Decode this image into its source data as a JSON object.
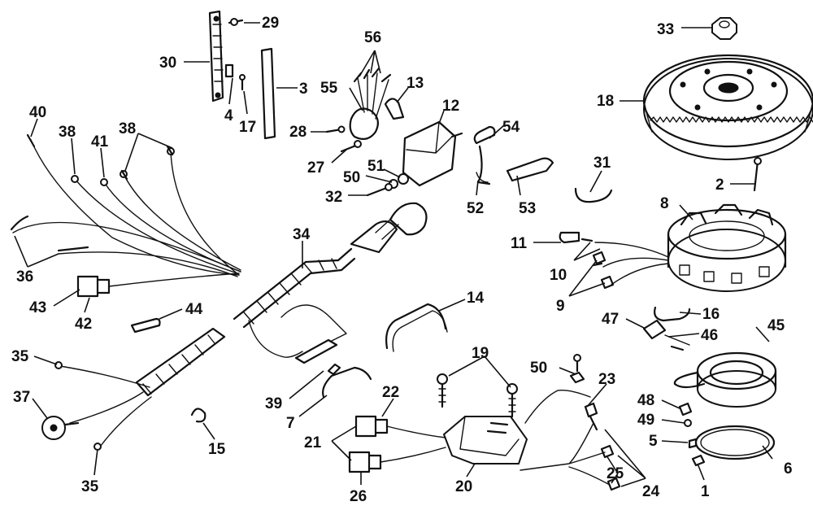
{
  "diagram": {
    "callouts": [
      {
        "id": "c29",
        "text": "29"
      },
      {
        "id": "c30",
        "text": "30"
      },
      {
        "id": "c3",
        "text": "3"
      },
      {
        "id": "c4",
        "text": "4"
      },
      {
        "id": "c17",
        "text": "17"
      },
      {
        "id": "c56",
        "text": "56"
      },
      {
        "id": "c55",
        "text": "55"
      },
      {
        "id": "c13",
        "text": "13"
      },
      {
        "id": "c12",
        "text": "12"
      },
      {
        "id": "c28",
        "text": "28"
      },
      {
        "id": "c27",
        "text": "27"
      },
      {
        "id": "c51",
        "text": "51"
      },
      {
        "id": "c50a",
        "text": "50"
      },
      {
        "id": "c32",
        "text": "32"
      },
      {
        "id": "c54",
        "text": "54"
      },
      {
        "id": "c52",
        "text": "52"
      },
      {
        "id": "c53",
        "text": "53"
      },
      {
        "id": "c31",
        "text": "31"
      },
      {
        "id": "c33",
        "text": "33"
      },
      {
        "id": "c18",
        "text": "18"
      },
      {
        "id": "c2",
        "text": "2"
      },
      {
        "id": "c8",
        "text": "8"
      },
      {
        "id": "c11",
        "text": "11"
      },
      {
        "id": "c10",
        "text": "10"
      },
      {
        "id": "c9",
        "text": "9"
      },
      {
        "id": "c40",
        "text": "40"
      },
      {
        "id": "c38a",
        "text": "38"
      },
      {
        "id": "c41",
        "text": "41"
      },
      {
        "id": "c38b",
        "text": "38"
      },
      {
        "id": "c36",
        "text": "36"
      },
      {
        "id": "c34",
        "text": "34"
      },
      {
        "id": "c43",
        "text": "43"
      },
      {
        "id": "c42",
        "text": "42"
      },
      {
        "id": "c44",
        "text": "44"
      },
      {
        "id": "c14",
        "text": "14"
      },
      {
        "id": "c16",
        "text": "16"
      },
      {
        "id": "c47",
        "text": "47"
      },
      {
        "id": "c46",
        "text": "46"
      },
      {
        "id": "c45",
        "text": "45"
      },
      {
        "id": "c35a",
        "text": "35"
      },
      {
        "id": "c37",
        "text": "37"
      },
      {
        "id": "c35b",
        "text": "35"
      },
      {
        "id": "c39",
        "text": "39"
      },
      {
        "id": "c7",
        "text": "7"
      },
      {
        "id": "c15",
        "text": "15"
      },
      {
        "id": "c19",
        "text": "19"
      },
      {
        "id": "c50b",
        "text": "50"
      },
      {
        "id": "c23",
        "text": "23"
      },
      {
        "id": "c22",
        "text": "22"
      },
      {
        "id": "c21",
        "text": "21"
      },
      {
        "id": "c26",
        "text": "26"
      },
      {
        "id": "c20",
        "text": "20"
      },
      {
        "id": "c25",
        "text": "25"
      },
      {
        "id": "c24",
        "text": "24"
      },
      {
        "id": "c48",
        "text": "48"
      },
      {
        "id": "c49",
        "text": "49"
      },
      {
        "id": "c5",
        "text": "5"
      },
      {
        "id": "c1",
        "text": "1"
      },
      {
        "id": "c6",
        "text": "6"
      }
    ]
  }
}
